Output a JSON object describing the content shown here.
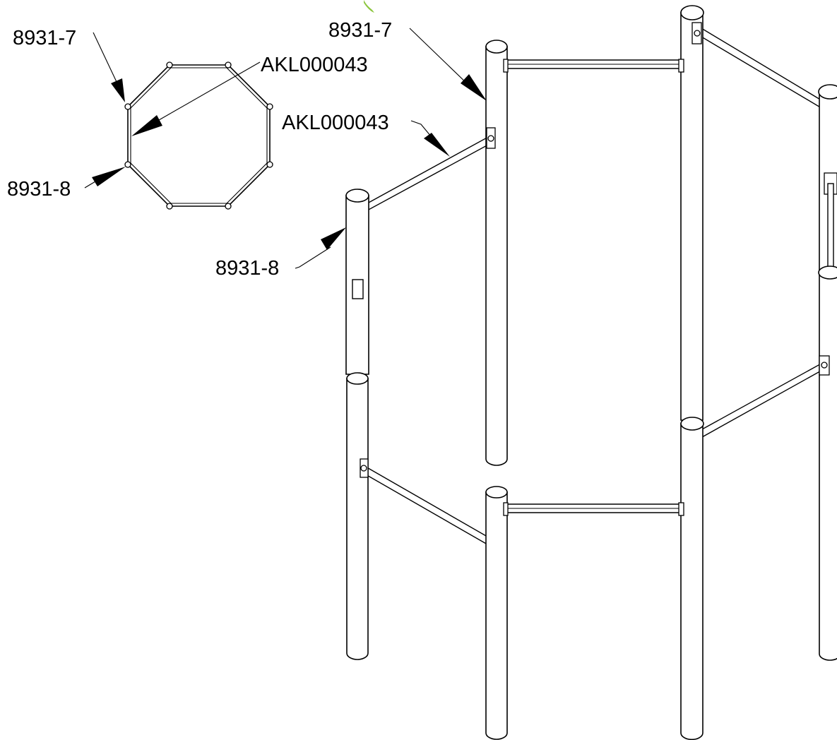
{
  "callouts": {
    "plan_top_post": "8931-7",
    "plan_bar": "AKL000043",
    "plan_bottom_post": "8931-8",
    "iso_top_post": "8931-7",
    "iso_bar": "AKL000043",
    "iso_bottom_post": "8931-8"
  },
  "colors": {
    "line": "#000000",
    "background": "#ffffff",
    "corner_mark": "#8cc63f"
  }
}
